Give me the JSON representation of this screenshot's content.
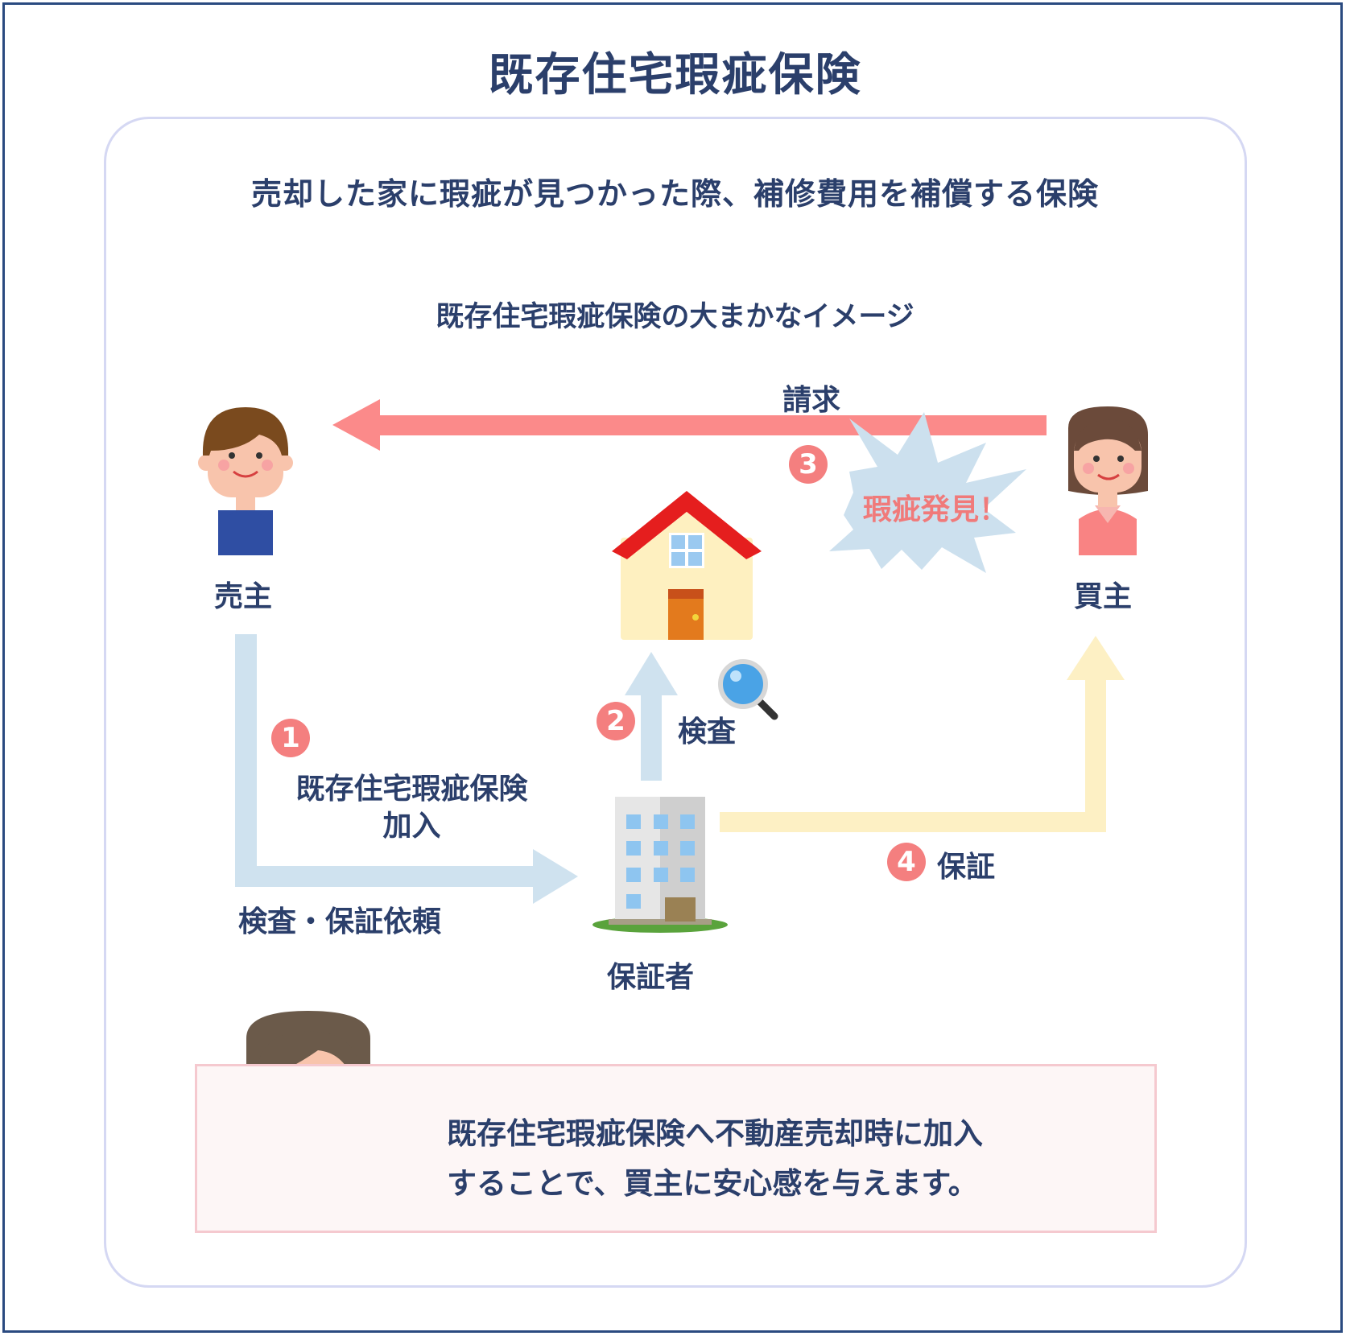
{
  "title": "既存住宅瑕疵保険",
  "subtitle": "売却した家に瑕疵が見つかった際、補修費用を補償する保険",
  "image_title": "既存住宅瑕疵保険の大まかなイメージ",
  "seller": {
    "label": "売主"
  },
  "buyer": {
    "label": "買主"
  },
  "guarantor": {
    "label": "保証者"
  },
  "steps": [
    {
      "num": "1",
      "line1": "既存住宅瑕疵保険",
      "line2": "加入",
      "arrow_label": "検査・保証依頼"
    },
    {
      "num": "2",
      "label": "検査"
    },
    {
      "num": "3",
      "label": "請求",
      "burst": "瑕疵発見！"
    },
    {
      "num": "4",
      "label": "保証"
    }
  ],
  "note": {
    "line1": "既存住宅瑕疵保険へ不動産売却時に加入",
    "line2": "することで、買主に安心感を与えます。"
  },
  "colors": {
    "title": "#25467f",
    "text": "#2b3f6b",
    "claim_arrow": "#fb8a8a",
    "request_arrow": "#cfe2ef",
    "guarantee_arrow": "#fdf0c4",
    "badge": "#f47f7f",
    "panel_border": "#d5d8f3"
  }
}
